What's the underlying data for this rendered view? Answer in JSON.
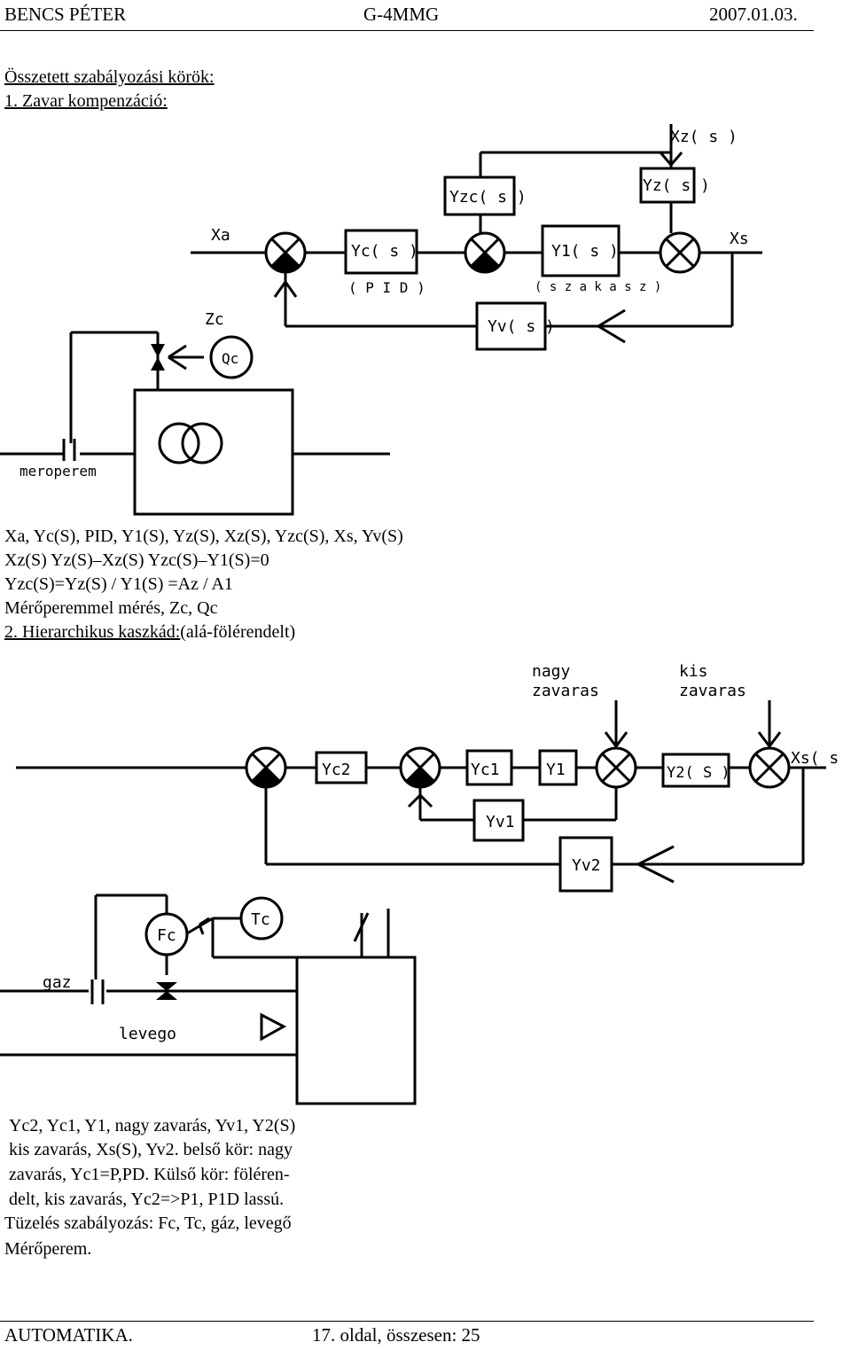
{
  "header": {
    "author": "BENCS PÉTER",
    "group": "G-4MMG",
    "date": "2007.01.03."
  },
  "section1": {
    "title": "Összetett szabályozási körök:",
    "subtitle": "1. Zavar kompenzáció:",
    "diagram_labels": {
      "xzs": "Xz( s )",
      "yzc": "Yzc( s )",
      "yz": "Yz( s )",
      "xa": "Xa",
      "yc": "Yc( s )",
      "y1": "Y1( s )",
      "xs": "Xs",
      "pid": "( P I D )",
      "szakasz": "( s z a k a s z )",
      "yv": "Yv( s )",
      "zc": "Zc",
      "qc": "Qc",
      "meroperem": "meroperem"
    },
    "lines": [
      "Xa, Yc(S), PID, Y1(S), Yz(S), Xz(S), Yzc(S), Xs, Yv(S)",
      "Xz(S) Yz(S)–Xz(S) Yzc(S)–Y1(S)=0",
      "Yzc(S)=Yz(S) / Y1(S) =Az / A1",
      "Mérőperemmel mérés, Zc, Qc"
    ]
  },
  "section2": {
    "title_underlined": "2. Hierarchikus kaszkád:",
    "title_rest": "(alá-fölérendelt)",
    "diagram_labels": {
      "nagy": "nagy",
      "zavaras1": "zavaras",
      "kis": "kis",
      "zavaras2": "zavaras",
      "yc2": "Yc2",
      "yc1": "Yc1",
      "y1": "Y1",
      "y2s": "Y2( S )",
      "xss": "Xs( s )",
      "yv1": "Yv1",
      "yv2": "Yv2",
      "fc": "Fc",
      "tc": "Tc",
      "gaz": "gaz",
      "levego": "levego"
    },
    "lines": [
      "Yc2, Yc1, Y1, nagy zavarás, Yv1, Y2(S)",
      "kis zavarás, Xs(S), Yv2. belső kör: nagy",
      "zavarás, Yc1=P,PD. Külső kör: föléren-",
      "delt, kis zavarás, Yc2=>P1, P1D lassú.",
      "Tüzelés szabályozás: Fc, Tc, gáz, levegő",
      "Mérőperem."
    ]
  },
  "footer": {
    "left": "AUTOMATIKA.",
    "right": "17. oldal, összesen: 25"
  }
}
